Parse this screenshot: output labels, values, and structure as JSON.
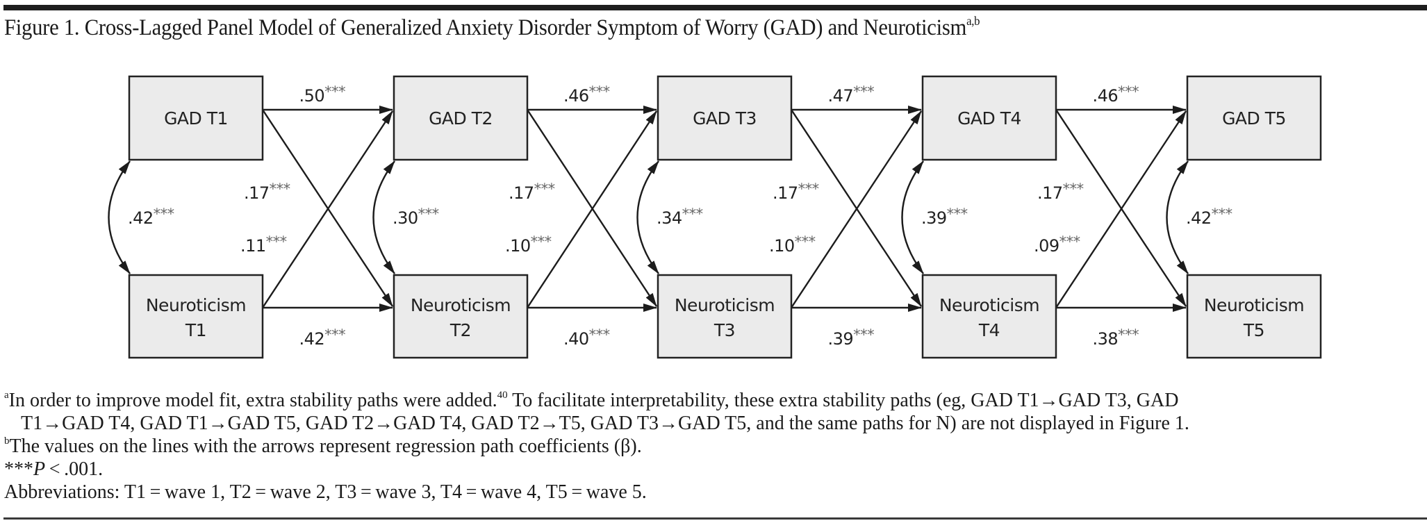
{
  "figure": {
    "title": "Figure 1. Cross-Lagged Panel Model of Generalized Anxiety Disorder Symptom of Worry (GAD) and Neuroticism",
    "title_superscript": "a,b"
  },
  "nodes": {
    "gad": [
      "GAD T1",
      "GAD T2",
      "GAD T3",
      "GAD T4",
      "GAD T5"
    ],
    "neuroticism": [
      {
        "line1": "Neuroticism",
        "line2": "T1"
      },
      {
        "line1": "Neuroticism",
        "line2": "T2"
      },
      {
        "line1": "Neuroticism",
        "line2": "T3"
      },
      {
        "line1": "Neuroticism",
        "line2": "T4"
      },
      {
        "line1": "Neuroticism",
        "line2": "T5"
      }
    ]
  },
  "paths": {
    "gad_stability": [
      ".50",
      ".46",
      ".47",
      ".46"
    ],
    "neuroticism_stability": [
      ".42",
      ".40",
      ".39",
      ".38"
    ],
    "gad_to_neuroticism": [
      ".17",
      ".17",
      ".17",
      ".17"
    ],
    "neuroticism_to_gad": [
      ".11",
      ".10",
      ".10",
      ".09"
    ],
    "within_wave_correlation": [
      ".42",
      ".30",
      ".34",
      ".39",
      ".42"
    ],
    "significance_marker": "***"
  },
  "notes": {
    "a_marker": "a",
    "a_text_1": "In order to improve model fit, extra stability paths were added.",
    "a_ref": "40",
    "a_text_2": " To facilitate interpretability, these extra stability paths (eg, GAD T1→GAD T3, GAD",
    "a_text_3": "T1→GAD T4, GAD T1→GAD T5, GAD T2→GAD T4, GAD T2→T5, GAD T3→GAD T5, and the same paths for N) are not displayed in Figure 1.",
    "b_marker": "b",
    "b_text": "The values on the lines with the arrows represent regression path coefficients (β).",
    "p_stars": "***",
    "p_symbol": "P",
    "p_text": " < .001.",
    "abbreviations": "Abbreviations: T1 = wave 1, T2 = wave 2, T3 = wave 3, T4 = wave 4, T5 = wave 5."
  }
}
